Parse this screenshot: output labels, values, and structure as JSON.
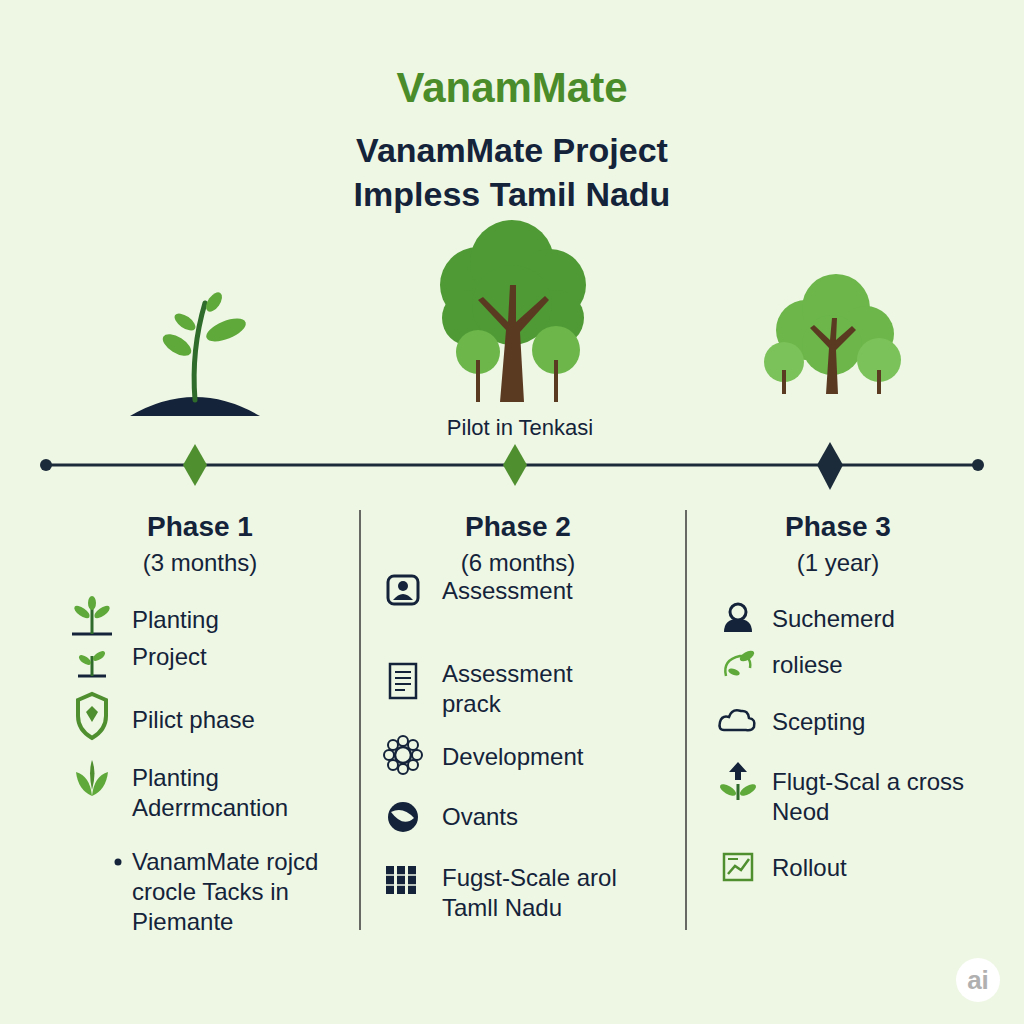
{
  "diagram": {
    "title": "VanamMate",
    "labels": [
      "VanamMate Project Impless Tamil Nadu",
      "Pilot in Tenkasi",
      "Phase 1",
      "(3 months)",
      "Planting",
      "Project",
      "Pilict phase",
      "Planting Aderrmcantion",
      "VanamMate rojcd crocle Tacks in Piemante",
      "Phase 2",
      "(6 months)",
      "Assessment",
      "Assessment prack",
      "Development",
      "Ovants",
      "Fugst-Scale arol Tamll Nadu",
      "Phase 3",
      "(1 year)",
      "Suchemerd",
      "roliese",
      "Scepting",
      "Flugt-Scal a cross Neod",
      "Rollout",
      "ai"
    ]
  }
}
